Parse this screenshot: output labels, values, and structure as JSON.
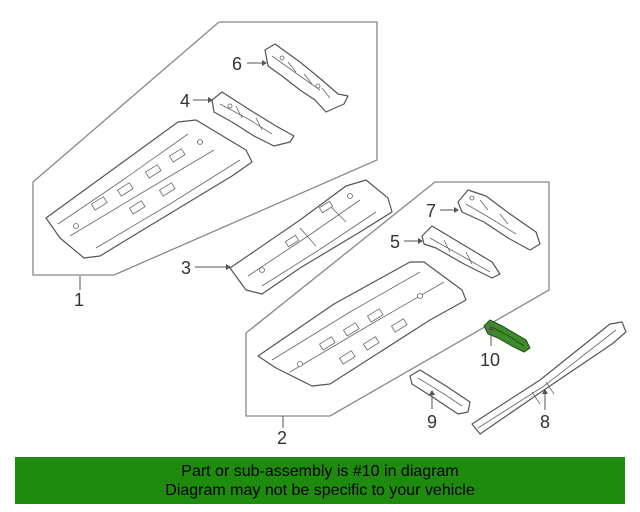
{
  "diagram": {
    "highlighted_part": "10",
    "highlight_color": "#3f8a2a",
    "callouts": [
      "1",
      "2",
      "3",
      "4",
      "5",
      "6",
      "7",
      "8",
      "9",
      "10"
    ]
  },
  "banner": {
    "line1": "Part or sub-assembly is #10 in diagram",
    "line2": "Diagram may not be specific to your vehicle",
    "background": "#1e8a0e"
  }
}
